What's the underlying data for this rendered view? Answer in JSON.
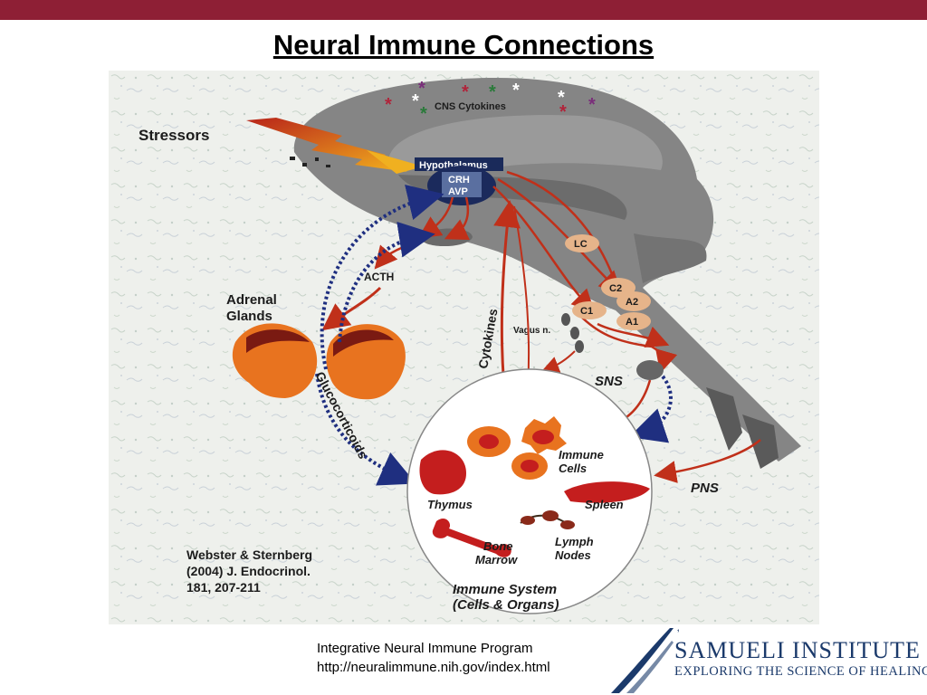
{
  "slide": {
    "title": "Neural Immune Connections"
  },
  "figure": {
    "labels": {
      "stressors": "Stressors",
      "cns_cytokines": "CNS Cytokines",
      "hypothalamus": "Hypothalamus",
      "crh": "CRH",
      "avp": "AVP",
      "lc": "LC",
      "c2": "C2",
      "a2": "A2",
      "c1": "C1",
      "a1": "A1",
      "vagus": "Vagus n.",
      "acth": "ACTH",
      "adrenal_line1": "Adrenal",
      "adrenal_line2": "Glands",
      "cytokines": "Cytokines",
      "sns": "SNS",
      "glucocorticoids": "Glucocorticoids",
      "immune_cells_line1": "Immune",
      "immune_cells_line2": "Cells",
      "thymus": "Thymus",
      "spleen": "Spleen",
      "lymph_line1": "Lymph",
      "lymph_line2": "Nodes",
      "bone_line1": "Bone",
      "bone_line2": "Marrow",
      "pns": "PNS",
      "immune_system_line1": "Immune System",
      "immune_system_line2": "(Cells & Organs)",
      "citation_line1": "Webster & Sternberg",
      "citation_line2": "(2004) J. Endocrinol.",
      "citation_line3": "181, 207-211"
    },
    "colors": {
      "brain": "#7a7a7a",
      "arrow_red": "#c0301a",
      "arrow_blue": "#1f2f80",
      "organ_orange": "#e8731f",
      "organ_red": "#c41e1e"
    }
  },
  "footer": {
    "line1": "Integrative Neural Immune Program",
    "line2": "http://neuralimmune.nih.gov/index.html"
  },
  "logo": {
    "name": "SAMUELI INSTITUTE",
    "tagline": "EXPLORING THE SCIENCE OF HEALING"
  },
  "theme": {
    "top_band": "#8e1f35",
    "logo_blue": "#1b3a6b"
  }
}
